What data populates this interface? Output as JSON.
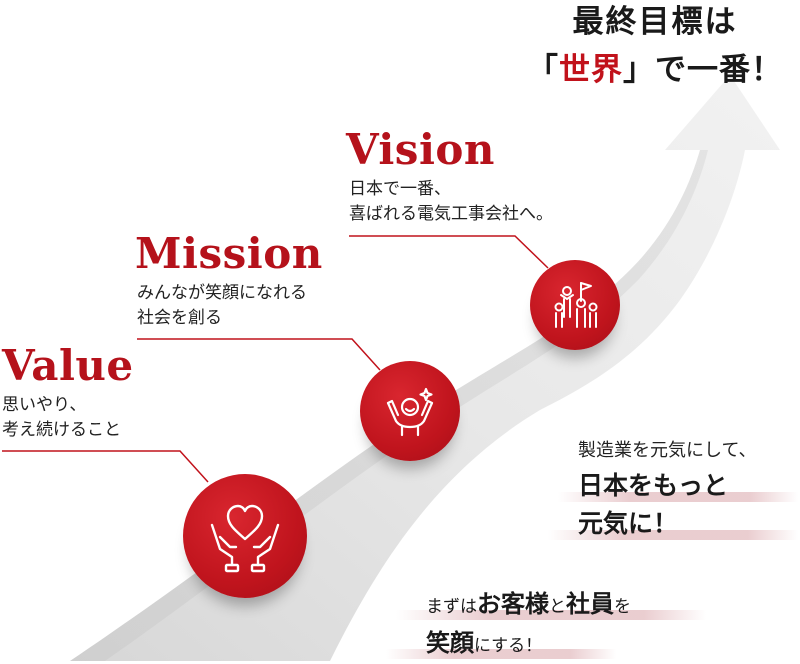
{
  "colors": {
    "accent": "#c1121b",
    "road": "#e6e6e6"
  },
  "goal": {
    "line1": "最終目標は",
    "bracket_open": "「",
    "world": "世界",
    "bracket_close": "」",
    "line2_rest": "で一番！"
  },
  "vision": {
    "title": "Vision",
    "desc_line1": "日本で一番、",
    "desc_line2": "喜ばれる電気工事会社へ。",
    "icon": "team-celebration-icon"
  },
  "mission": {
    "title": "Mission",
    "desc_line1": "みんなが笑顔になれる",
    "desc_line2": "社会を創る",
    "icon": "smiling-person-icon"
  },
  "value": {
    "title": "Value",
    "desc_line1": "思いやり、",
    "desc_line2": "考え続けること",
    "icon": "heart-in-hands-icon"
  },
  "slogan1": {
    "line1": "製造業を元気にして、",
    "line2": "日本をもっと",
    "line3": "元気に！"
  },
  "slogan2": {
    "part1": "まずは",
    "part2": "お客様",
    "part3": "と",
    "part4": "社員",
    "part5": "を",
    "part6": "笑顔",
    "part7": "にする！"
  }
}
